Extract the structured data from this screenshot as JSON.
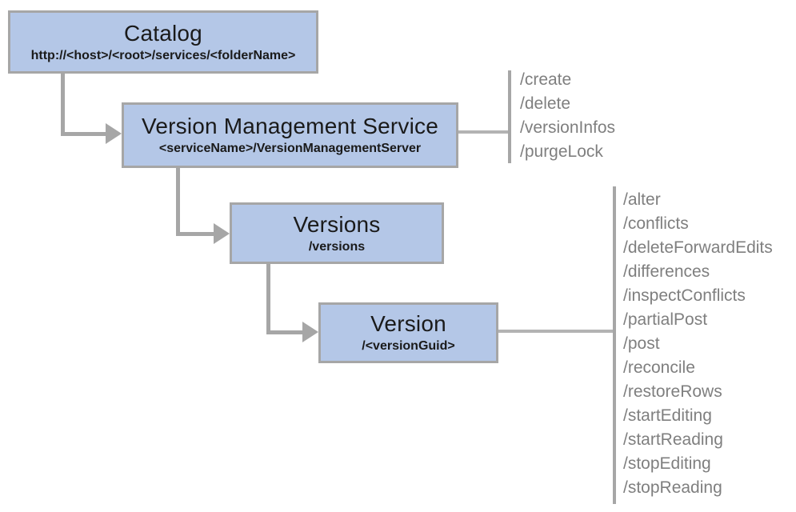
{
  "diagram": {
    "description": "Version Management Service REST endpoint hierarchy",
    "colors": {
      "node_fill": "#b4c7e7",
      "node_border": "#a6a6a6",
      "connector": "#a6a6a6",
      "operation_text": "#7f7f7f",
      "node_text": "#1a1a1a"
    },
    "nodes": [
      {
        "id": "catalog",
        "title": "Catalog",
        "subtitle": "http://<host>/<root>/services/<folderName>"
      },
      {
        "id": "version-management-service",
        "title": "Version Management Service",
        "subtitle": "<serviceName>/VersionManagementServer",
        "operations": [
          "/create",
          "/delete",
          "/versionInfos",
          "/purgeLock"
        ]
      },
      {
        "id": "versions",
        "title": "Versions",
        "subtitle": "/versions"
      },
      {
        "id": "version",
        "title": "Version",
        "subtitle": "/<versionGuid>",
        "operations": [
          "/alter",
          "/conflicts",
          "/deleteForwardEdits",
          "/differences",
          "/inspectConflicts",
          "/partialPost",
          "/post",
          "/reconcile",
          "/restoreRows",
          "/startEditing",
          "/startReading",
          "/stopEditing",
          "/stopReading"
        ]
      }
    ],
    "edges": [
      {
        "from": "catalog",
        "to": "version-management-service"
      },
      {
        "from": "version-management-service",
        "to": "versions"
      },
      {
        "from": "versions",
        "to": "version"
      }
    ]
  }
}
